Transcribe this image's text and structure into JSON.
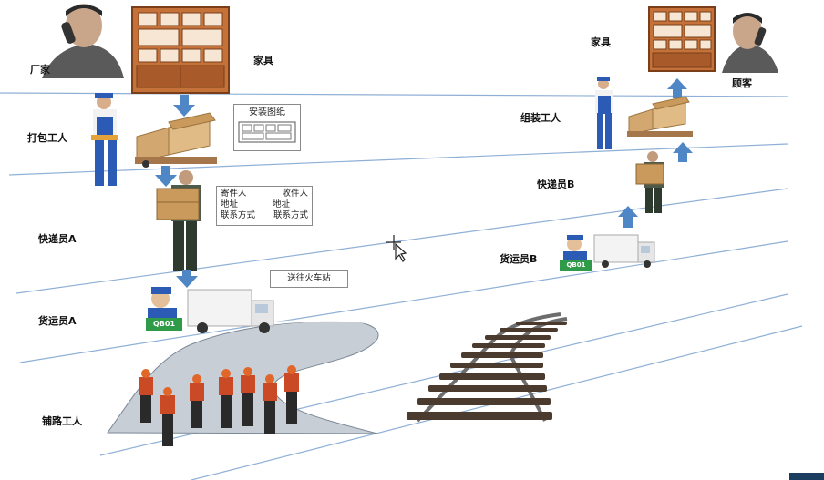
{
  "labels": {
    "manufacturer": "厂家",
    "furniture_left": "家具",
    "packer": "打包工人",
    "courier_a": "快递员A",
    "freight_a": "货运员A",
    "track_worker": "铺路工人",
    "furniture_right": "家具",
    "customer": "顾客",
    "assembler": "组装工人",
    "courier_b": "快递员B",
    "freight_b": "货运员B"
  },
  "install_box": {
    "title": "安装图纸"
  },
  "address_box": {
    "sender": "寄件人",
    "receiver": "收件人",
    "addr1": "地址",
    "addr2": "地址",
    "contact1": "联系方式",
    "contact2": "联系方式"
  },
  "station_box": {
    "text": "送往火车站"
  },
  "truck_logo": "QB01",
  "colors": {
    "arrow_blue": "#4f86c6",
    "line_blue": "#8fb0d6",
    "furniture_brown": "#c4713a",
    "box_tan": "#d2a870",
    "worker_orange": "#e0662a"
  }
}
